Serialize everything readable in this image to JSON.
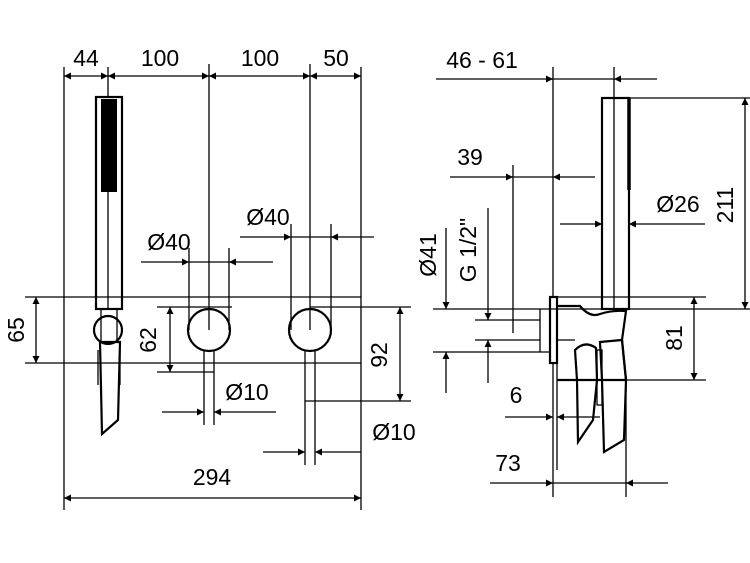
{
  "drawing": {
    "colors": {
      "line": "#000000",
      "background": "#ffffff"
    },
    "front_view": {
      "dim_44": "44",
      "dim_100_a": "100",
      "dim_100_b": "100",
      "dim_50": "50",
      "dim_65": "65",
      "dim_62": "62",
      "dim_92": "92",
      "dim_dia40_a": "Ø40",
      "dim_dia40_b": "Ø40",
      "dim_dia10_a": "Ø10",
      "dim_dia10_b": "Ø10",
      "dim_294": "294"
    },
    "side_view": {
      "dim_46_61": "46 - 61",
      "dim_39": "39",
      "dim_dia26": "Ø26",
      "dim_211": "211",
      "dim_dia41": "Ø41",
      "dim_thread": "G 1/2\"",
      "dim_81": "81",
      "dim_6": "6",
      "dim_73": "73"
    }
  }
}
